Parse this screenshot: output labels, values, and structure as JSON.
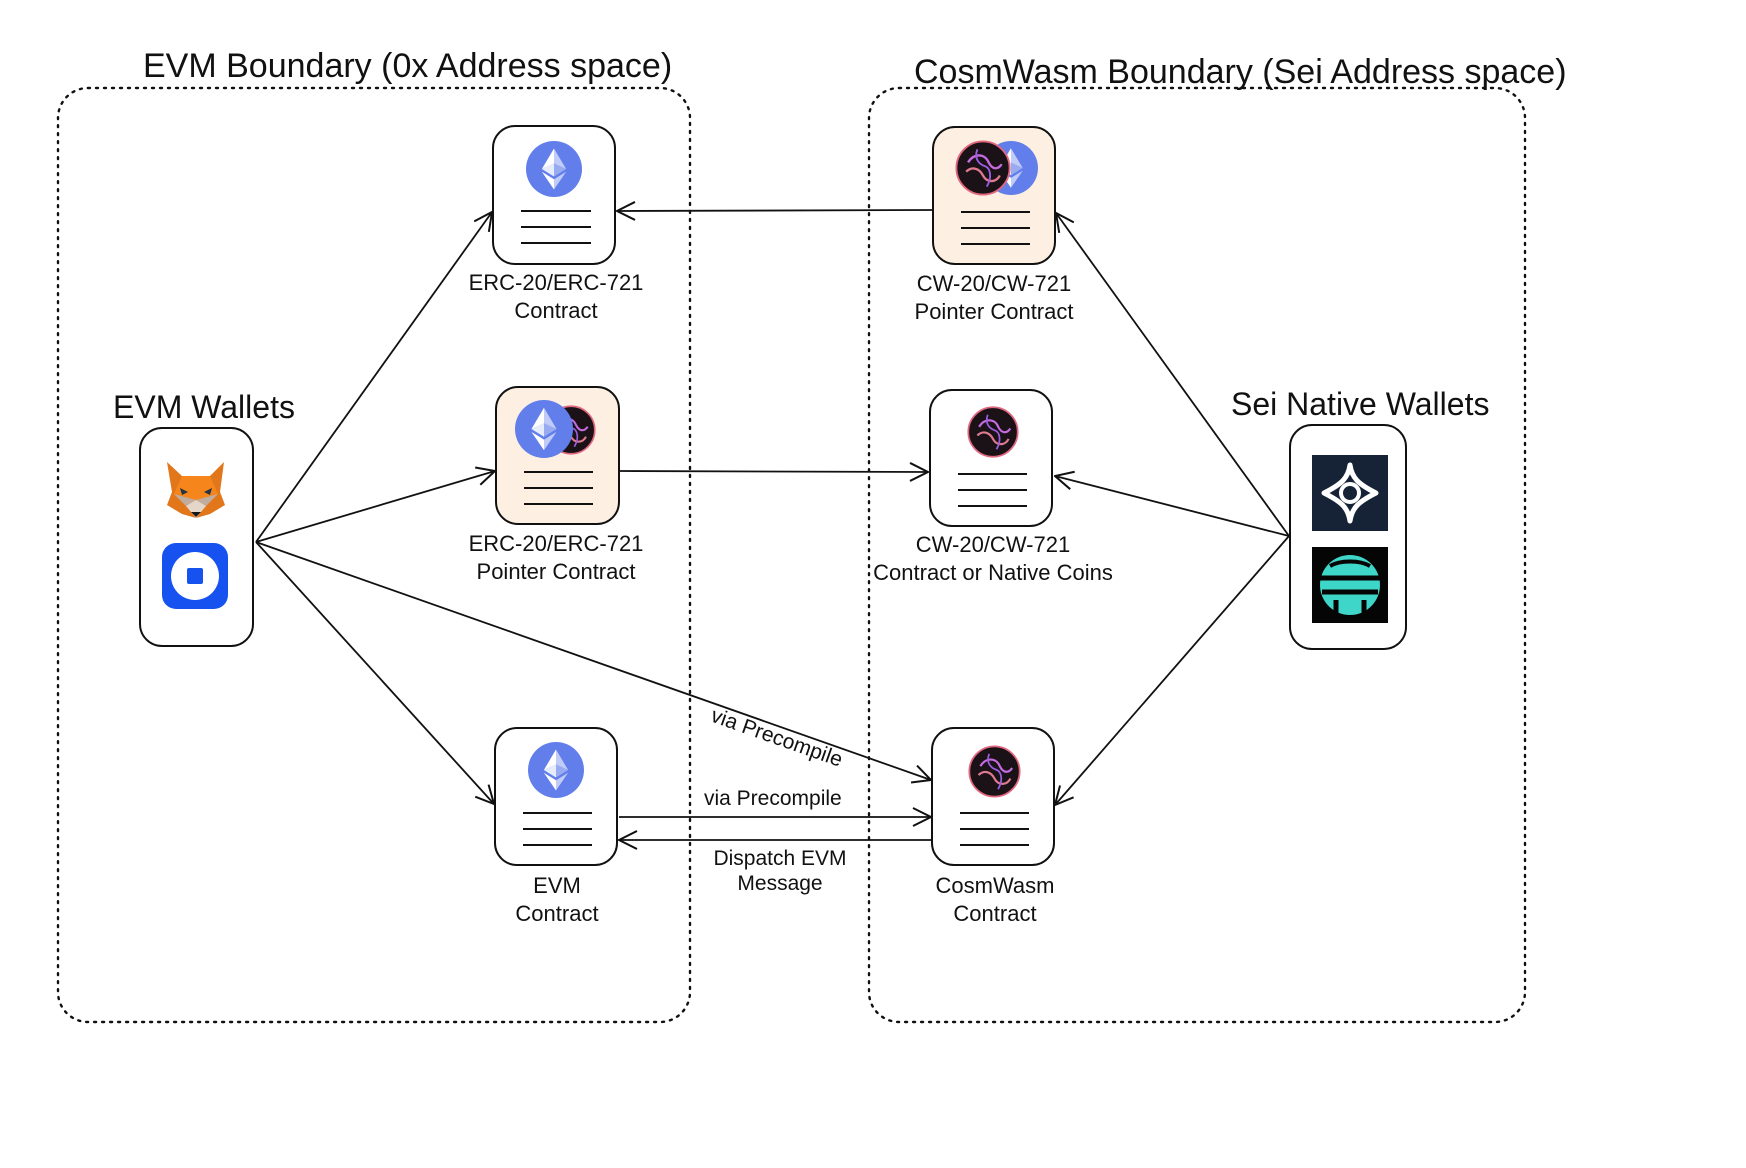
{
  "boundaries": {
    "evm": {
      "title": "EVM Boundary (0x Address space)"
    },
    "cosmwasm": {
      "title": "CosmWasm Boundary (Sei Address space)"
    }
  },
  "wallets": {
    "evm": {
      "title": "EVM Wallets",
      "icons": [
        "metamask-fox-icon",
        "coinbase-wallet-icon"
      ]
    },
    "sei": {
      "title": "Sei Native Wallets",
      "icons": [
        "compass-wallet-icon",
        "fin-wallet-icon"
      ]
    }
  },
  "nodes": {
    "erc_contract": {
      "line1": "ERC-20/ERC-721",
      "line2": "Contract",
      "icon": "ethereum-icon"
    },
    "erc_pointer": {
      "line1": "ERC-20/ERC-721",
      "line2": "Pointer Contract",
      "icon": "ethereum-sei-icon"
    },
    "evm_contract": {
      "line1": "EVM",
      "line2": "Contract",
      "icon": "ethereum-icon"
    },
    "cw_pointer": {
      "line1": "CW-20/CW-721",
      "line2": "Pointer Contract",
      "icon": "sei-ethereum-icon"
    },
    "cw_native": {
      "line1": "CW-20/CW-721",
      "line2": "Contract or Native Coins",
      "icon": "sei-icon"
    },
    "cosmwasm_contract": {
      "line1": "CosmWasm",
      "line2": "Contract",
      "icon": "sei-icon"
    }
  },
  "edge_labels": {
    "via_precompile_diag": "via Precompile",
    "via_precompile": "via Precompile",
    "dispatch_line1": "Dispatch EVM",
    "dispatch_line2": "Message"
  },
  "colors": {
    "ethereum": "#627EEA",
    "pointer_fill": "#FDEFE1",
    "sei_dark": "#1A1217",
    "metamask_orange": "#E2761B",
    "coinbase_blue": "#1652F0",
    "compass_bg": "#162336",
    "fin_bg": "#050505",
    "fin_teal": "#3ED6C8"
  }
}
